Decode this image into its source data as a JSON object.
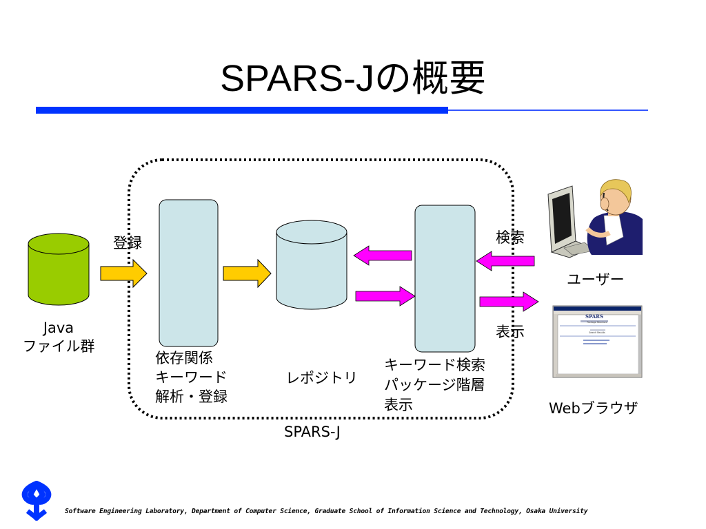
{
  "title": "SPARS-Jの概要",
  "labels": {
    "register_arrow": "登録",
    "java_files": "Java\nファイル群",
    "analysis_module": "依存関係\nキーワード\n解析・登録",
    "repository": "レポジトリ",
    "search_module": "キーワード検索\nパッケージ階層\n表示",
    "search_arrow": "検索",
    "display_arrow": "表示",
    "user": "ユーザー",
    "web_browser": "Webブラウザ",
    "system_boundary": "SPARS-J"
  },
  "browser_screenshot": {
    "header": "SPARS",
    "link": "Package Structure",
    "caption": "Search Results"
  },
  "footer": "Software Engineering Laboratory, Department of Computer Science, Graduate School of Information Science and Technology, Osaka University",
  "colors": {
    "rule": "#0033ff",
    "java_cylinder": "#99cc00",
    "module_fill": "#cce5e9",
    "yellow_arrow": "#ffcc00",
    "magenta_arrow": "#ff00ff",
    "logo": "#0033ff"
  }
}
